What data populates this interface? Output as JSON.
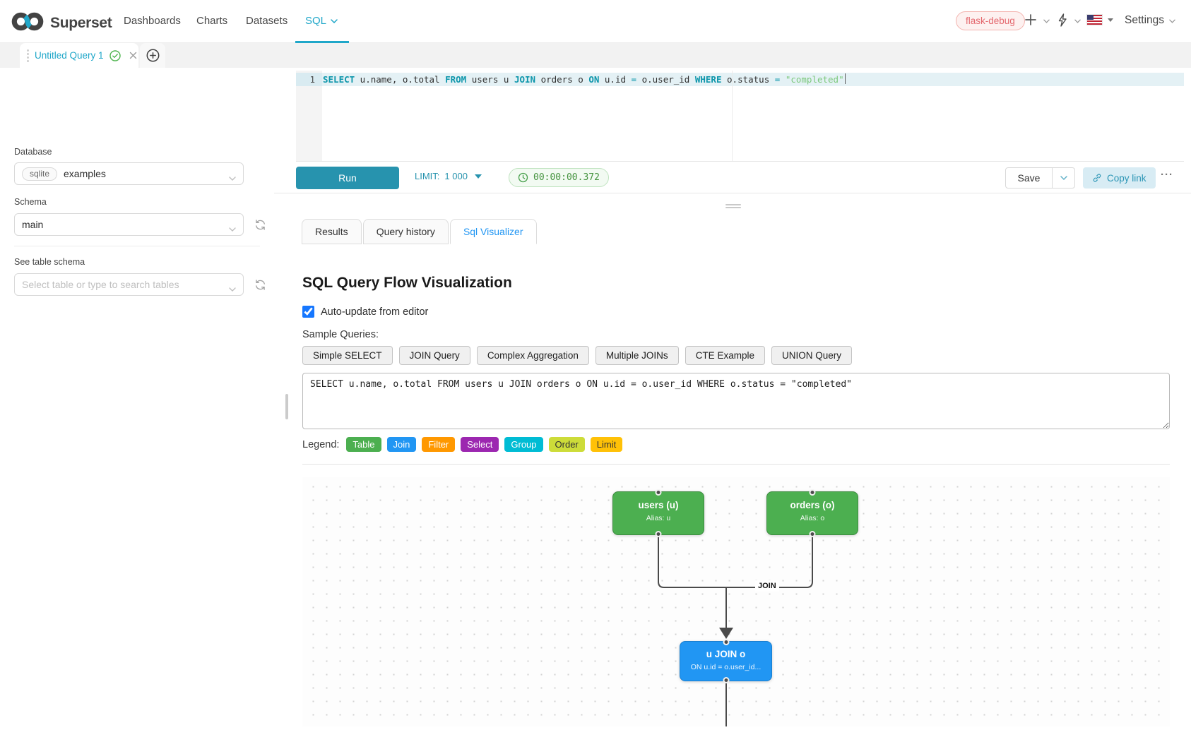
{
  "navbar": {
    "brand": "Superset",
    "items": [
      {
        "label": "Dashboards"
      },
      {
        "label": "Charts"
      },
      {
        "label": "Datasets"
      },
      {
        "label": "SQL"
      }
    ],
    "active_item": "SQL",
    "environment_tag": "flask-debug",
    "settings_label": "Settings",
    "accent_color": "#20a7c9"
  },
  "query_tab_bar": {
    "active_tab_title": "Untitled Query 1"
  },
  "sidebar": {
    "database_label": "Database",
    "database_engine": "sqlite",
    "database_value": "examples",
    "schema_label": "Schema",
    "schema_value": "main",
    "table_schema_label": "See table schema",
    "table_placeholder": "Select table or type to search tables"
  },
  "editor": {
    "line_number": "1",
    "tokens": [
      "SELECT",
      " u.name, o.total ",
      "FROM",
      " users u ",
      "JOIN",
      " orders o ",
      "ON",
      " u.id ",
      "=",
      " o.user_id ",
      "WHERE",
      " o.status ",
      "=",
      " ",
      "\"completed\""
    ]
  },
  "toolbar": {
    "run_label": "Run",
    "limit_label": "LIMIT:",
    "limit_value": "1 000",
    "timer_value": "00:00:00.372",
    "save_label": "Save",
    "copy_link_label": "Copy link",
    "more_label": "···"
  },
  "result_tabs": [
    {
      "label": "Results"
    },
    {
      "label": "Query history"
    },
    {
      "label": "Sql Visualizer"
    }
  ],
  "visualizer": {
    "title": "SQL Query Flow Visualization",
    "auto_update_label": "Auto-update from editor",
    "auto_update_checked": true,
    "sample_queries_label": "Sample Queries:",
    "sample_queries": [
      "Simple SELECT",
      "JOIN Query",
      "Complex Aggregation",
      "Multiple JOINs",
      "CTE Example",
      "UNION Query"
    ],
    "sql_input": "SELECT u.name, o.total FROM users u JOIN orders o ON u.id = o.user_id WHERE o.status = \"completed\"",
    "legend_label": "Legend:",
    "legend": [
      {
        "label": "Table",
        "color": "#4CAF50",
        "style": "background:#4CAF50;color:#ffffff"
      },
      {
        "label": "Join",
        "color": "#2196F3",
        "style": "background:#2196F3;color:#ffffff"
      },
      {
        "label": "Filter",
        "color": "#FF9800",
        "style": "background:#FF9800;color:#ffffff"
      },
      {
        "label": "Select",
        "color": "#9C27B0",
        "style": "background:#9C27B0;color:#ffffff"
      },
      {
        "label": "Group",
        "color": "#00BCD4",
        "style": "background:#00BCD4;color:#ffffff"
      },
      {
        "label": "Order",
        "color": "#CDDC39",
        "style": "background:#CDDC39;color:#333333"
      },
      {
        "label": "Limit",
        "color": "#FFC107",
        "style": "background:#FFC107;color:#333333"
      }
    ],
    "flow": {
      "edge_label": "JOIN",
      "nodes": [
        {
          "id": "users",
          "title": "users (u)",
          "subtitle": "Alias: u",
          "color": "#4CAF50",
          "style": "background:#4CAF50;border:1px solid #3d8b40"
        },
        {
          "id": "orders",
          "title": "orders (o)",
          "subtitle": "Alias: o",
          "color": "#4CAF50",
          "style": "background:#4CAF50;border:1px solid #3d8b40"
        },
        {
          "id": "join",
          "title": "u JOIN o",
          "subtitle": "ON u.id = o.user_id...",
          "color": "#2196F3",
          "style": "background:#2196F3;border:1px solid #1a7fd0"
        }
      ]
    }
  }
}
